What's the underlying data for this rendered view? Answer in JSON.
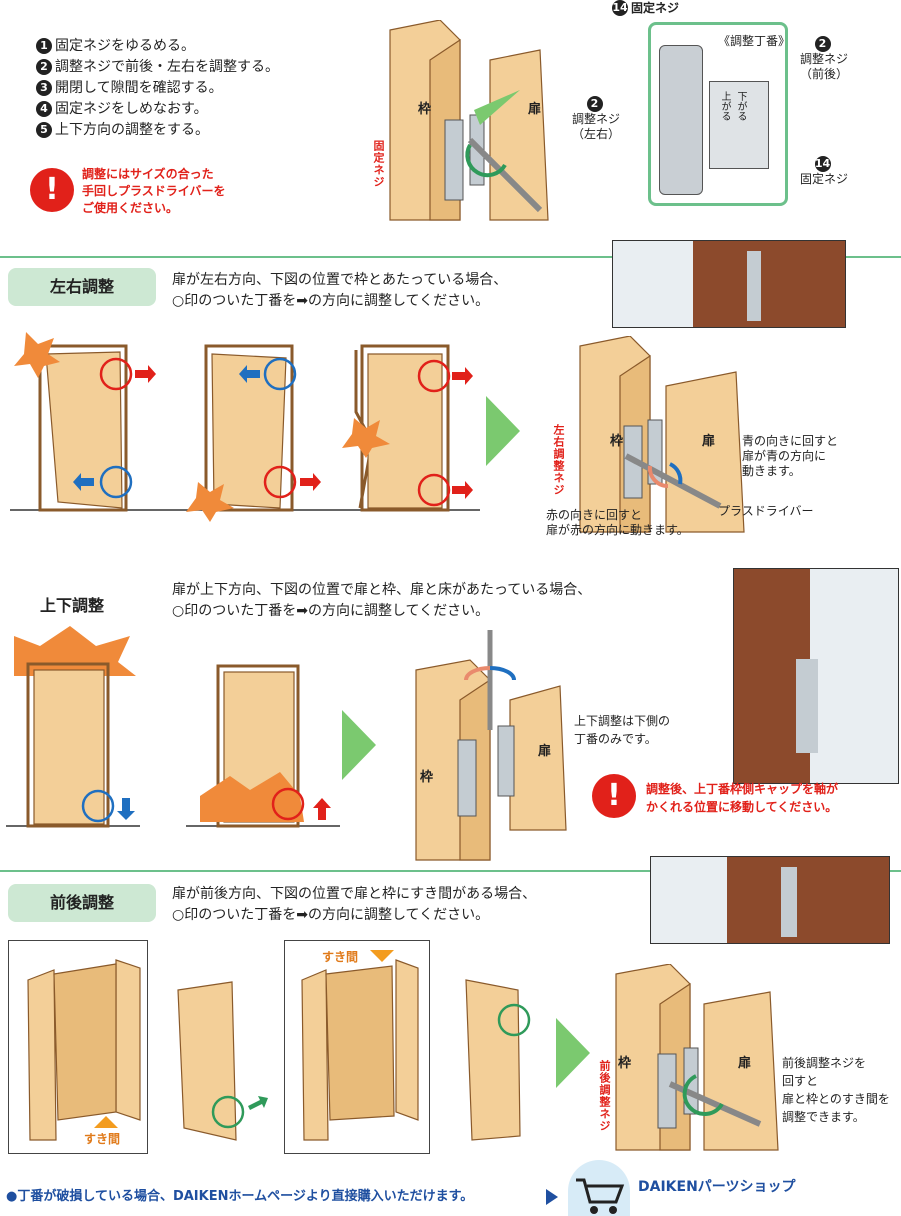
{
  "steps": [
    {
      "num": "1",
      "text": "固定ネジをゆるめる。"
    },
    {
      "num": "2",
      "text": "調整ネジで前後・左右を調整する。"
    },
    {
      "num": "3",
      "text": "開閉して隙間を確認する。"
    },
    {
      "num": "4",
      "text": "固定ネジをしめなおす。"
    },
    {
      "num": "5",
      "text": "上下方向の調整をする。"
    }
  ],
  "top_warning": {
    "line1": "調整にはサイズの合った",
    "line2": "手回しプラスドライバーを",
    "line3": "ご使用ください。"
  },
  "top_labels": {
    "frame": "枠",
    "door": "扉",
    "fixing_screw_v": "固定ネジ",
    "callout_title": "《調整丁番》",
    "callout_top_num": "14",
    "callout_top_label": "固定ネジ",
    "callout_fb_num": "2",
    "callout_fb_label1": "調整ネジ",
    "callout_fb_label2": "（前後）",
    "callout_lr_num": "2",
    "callout_lr_label1": "調整ネジ",
    "callout_lr_label2": "（左右）",
    "callout_bottom_num": "14",
    "callout_bottom_label": "固定ネジ",
    "up": "上がる",
    "down": "下がる"
  },
  "lr": {
    "title": "左右調整",
    "desc1": "扉が左右方向、下図の位置で枠とあたっている場合、",
    "desc2": "○印のついた丁番を➡の方向に調整してください。",
    "frame": "枠",
    "door": "扉",
    "screw_v": "左右調整ネジ",
    "blue_note1": "青の向きに回すと",
    "blue_note2": "扉が青の方向に",
    "blue_note3": "動きます。",
    "driver": "プラスドライバー",
    "red_note1": "赤の向きに回すと",
    "red_note2": "扉が赤の方向に動きます。"
  },
  "ud": {
    "title": "上下調整",
    "desc1": "扉が上下方向、下図の位置で扉と枠、扉と床があたっている場合、",
    "desc2": "○印のついた丁番を➡の方向に調整してください。",
    "frame": "枠",
    "door": "扉",
    "note1": "上下調整は下側の",
    "note2": "丁番のみです。",
    "warn1": "調整後、上丁番枠側キャップを軸が",
    "warn2": "かくれる位置に移動してください。"
  },
  "fb": {
    "title": "前後調整",
    "desc1": "扉が前後方向、下図の位置で扉と枠にすき間がある場合、",
    "desc2": "○印のついた丁番を➡の方向に調整してください。",
    "gap": "すき間",
    "gap2": "すき間",
    "frame": "枠",
    "door": "扉",
    "screw_v": "前後調整ネジ",
    "note1": "前後調整ネジを",
    "note2": "回すと",
    "note3": "扉と枠とのすき間を",
    "note4": "調整できます。"
  },
  "footer": {
    "text": "●丁番が破損している場合、DAIKENホームページより直接購入いただけます。",
    "shop": "DAIKENパーツショップ"
  },
  "colors": {
    "green": "#6cc08b",
    "red": "#e1211a",
    "blue": "#1f6fc0",
    "wood": "#f3cf98",
    "photo": "#8c4a2c"
  }
}
